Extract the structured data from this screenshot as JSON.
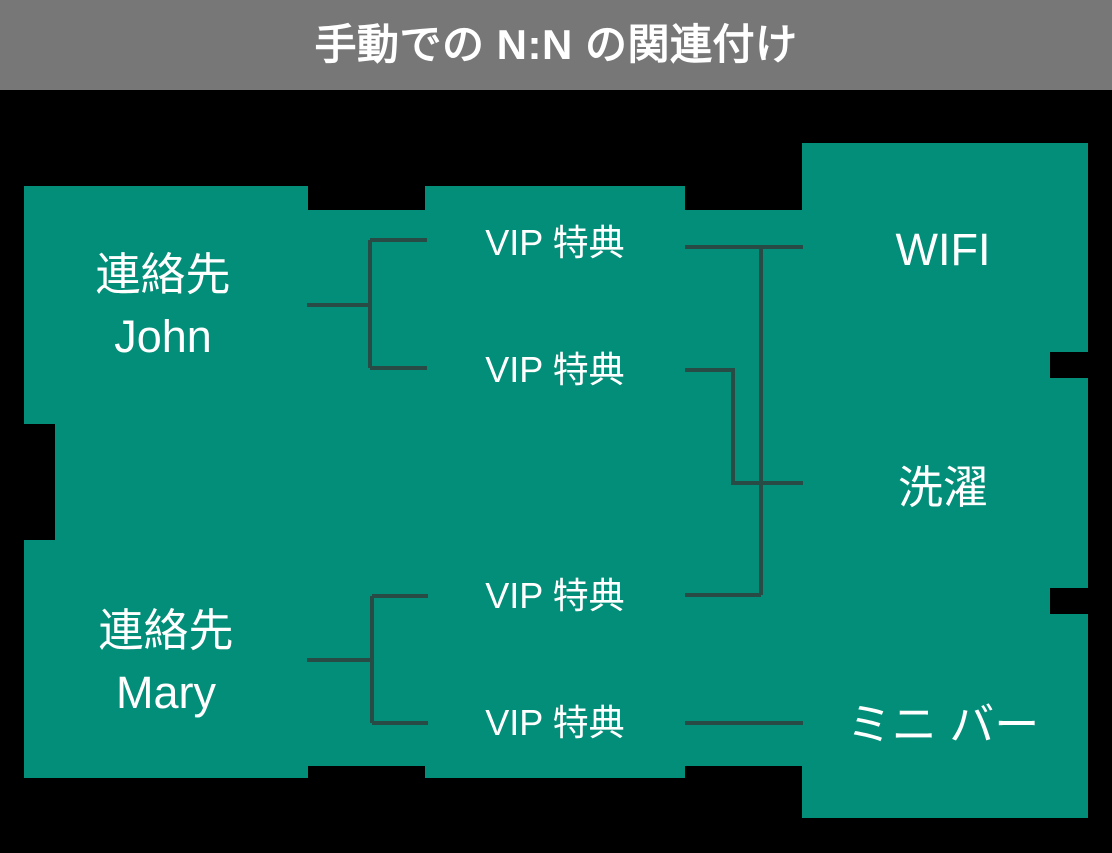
{
  "slide": {
    "title": "手動での N:N の関連付け",
    "title_bar_color": "#777777",
    "title_text_color": "#ffffff",
    "canvas_background_color": "#000000",
    "shape_fill_color": "#028E78",
    "connector_color": "#294B45",
    "label_color": "#ffffff"
  },
  "nodes": {
    "contact_john": {
      "line1": "連絡先",
      "line2": "John"
    },
    "contact_mary": {
      "line1": "連絡先",
      "line2": "Mary"
    },
    "vip_1": {
      "label": "VIP 特典"
    },
    "vip_2": {
      "label": "VIP 特典"
    },
    "vip_3": {
      "label": "VIP 特典"
    },
    "vip_4": {
      "label": "VIP 特典"
    },
    "wifi": {
      "label": "WIFI"
    },
    "laundry": {
      "label": "洗濯"
    },
    "minibar": {
      "label": "ミニ バー"
    }
  },
  "relationships": [
    {
      "from": "contact_john",
      "to": "vip_1"
    },
    {
      "from": "contact_john",
      "to": "vip_2"
    },
    {
      "from": "contact_mary",
      "to": "vip_3"
    },
    {
      "from": "contact_mary",
      "to": "vip_4"
    },
    {
      "from": "vip_1",
      "to": "wifi"
    },
    {
      "from": "vip_2",
      "to": "laundry"
    },
    {
      "from": "vip_3",
      "to": "wifi"
    },
    {
      "from": "vip_4",
      "to": "minibar"
    }
  ]
}
